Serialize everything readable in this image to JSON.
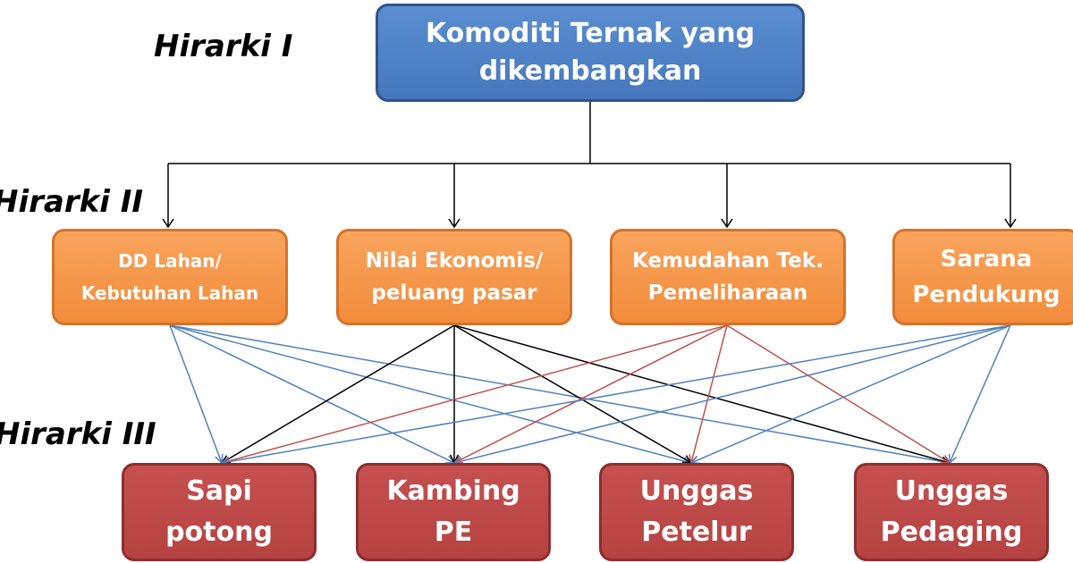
{
  "hierarchy_labels": {
    "level1": "Hirarki I",
    "level2": "Hirarki II",
    "level3": "Hirarki III"
  },
  "top_node": "Komoditi Ternak yang\ndikembangkan",
  "criteria": [
    "DD Lahan/\nKebutuhan Lahan",
    "Nilai Ekonomis/\npeluang pasar",
    "Kemudahan Tek.\nPemeliharaan",
    "Sarana\nPendukung"
  ],
  "alternatives": [
    "Sapi\npotong",
    "Kambing\nPE",
    "Unggas\nPetelur",
    "Unggas\nPedaging"
  ],
  "colors": {
    "top_fill": "#4f81bd",
    "criteria_fill": "#f79646",
    "alternatives_fill": "#c0504d",
    "criterion_links": [
      "#4f81bd",
      "#000000",
      "#c0504d",
      "#4f81bd"
    ],
    "tree_lines": "#000000"
  }
}
